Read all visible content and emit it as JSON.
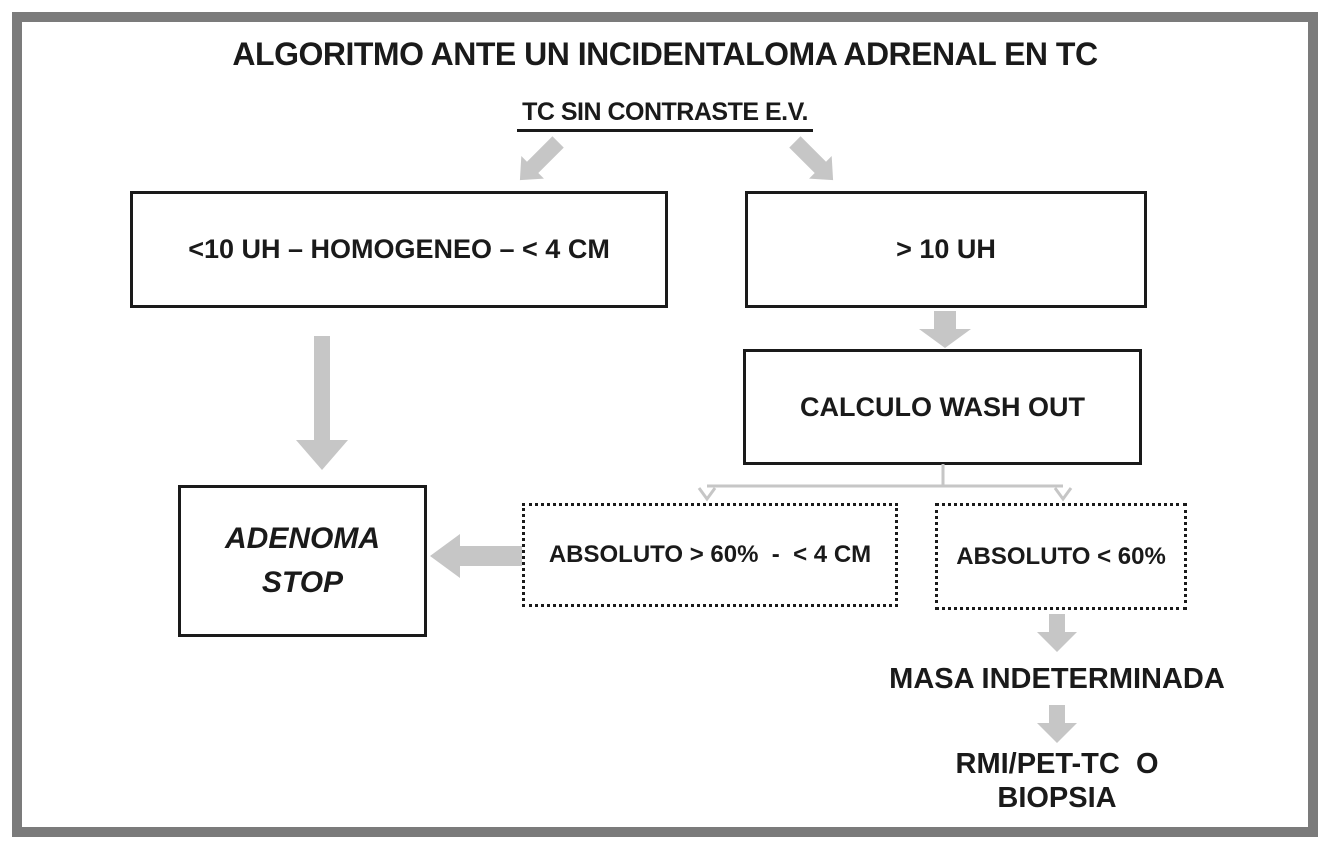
{
  "diagram": {
    "title": "ALGORITMO ANTE UN INCIDENTALOMA ADRENAL EN TC",
    "subtitle": "TC SIN CONTRASTE E.V.",
    "nodes": {
      "left_criteria": "<10 UH – HOMOGENEO – < 4 CM",
      "right_criteria": "> 10 UH",
      "washout": "CALCULO WASH OUT",
      "adenoma_line1": "ADENOMA",
      "adenoma_line2": "STOP",
      "absolute_high": "ABSOLUTO > 60%  -  < 4 CM",
      "absolute_low": "ABSOLUTO < 60%",
      "mass": "MASA INDETERMINADA",
      "followup_line1": "RMI/PET-TC  O",
      "followup_line2": "BIOPSIA"
    },
    "icons": {
      "branch_left": "arrow-down-left-icon",
      "branch_right": "arrow-down-right-icon",
      "to_washout": "arrow-down-icon",
      "to_adenoma_vertical": "arrow-down-icon",
      "to_adenoma_horizontal": "arrow-left-icon",
      "washout_split": "t-connector-split-icon",
      "to_mass": "arrow-down-icon",
      "to_followup": "arrow-down-icon"
    },
    "colors": {
      "frame": "#7b7b7b",
      "arrow": "#c6c6c6",
      "border": "#1a1a1a",
      "text": "#1a1a1a",
      "background": "#ffffff"
    }
  }
}
